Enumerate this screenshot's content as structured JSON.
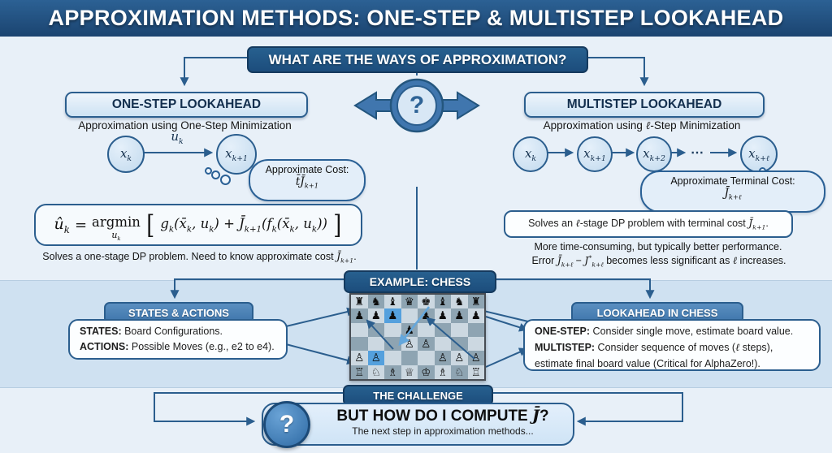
{
  "title": "APPROXIMATION METHODS: ONE-STEP & MULTISTEP LOOKAHEAD",
  "question_banner": "WHAT ARE THE WAYS OF APPROXIMATION?",
  "center_icon_glyph": "?",
  "one_step": {
    "header": "ONE-STEP LOOKAHEAD",
    "subtitle": "Approximation using One-Step Minimization",
    "nodes": [
      "x<sub>k</sub>",
      "x<sub>k+1</sub>"
    ],
    "edge_label": "u<sub>k</sub>",
    "cloud": {
      "line1": "Approximate Cost:",
      "line2": "t̄J̄<sub>k+1</sub>"
    },
    "formula": {
      "lhs": "û<sub>k</sub>",
      "eq": "=",
      "argmin": "argmin",
      "argmin_sub": "u<sub>k</sub>",
      "lbracket": "[",
      "body": "g<sub>k</sub>(x̄<sub>k</sub>, u<sub>k</sub>) + J̄<sub>k+1</sub>(f<sub>k</sub>(x̄<sub>k</sub>, u<sub>k</sub>))",
      "rbracket": "]"
    },
    "caption": "Solves a one-stage DP problem. Need to know approximate cost <i>J̄<sub>k+1</sub></i>."
  },
  "multi_step": {
    "header": "MULTISTEP LOOKAHEAD",
    "subtitle": "Approximation using <i>ℓ</i>-Step Minimization",
    "nodes": [
      "x<sub>k</sub>",
      "x<sub>k+1</sub>",
      "x<sub>k+2</sub>",
      "x<sub>k+ℓ</sub>"
    ],
    "chain_dots": "⋯",
    "cloud": {
      "line1": "Approximate Terminal Cost:",
      "line2": "J̄<sub>k+ℓ</sub>"
    },
    "stage_box": "Solves an <i>ℓ</i>-stage DP problem with terminal cost <i>J̄<sub>k+1</sub></i>.",
    "caption1": "More time-consuming, but typically better performance.",
    "caption2": "Error <i>J̄<sub>k+ℓ</sub></i> − <i>J<sup>*</sup><sub>k+ℓ</sub></i> becomes less significant as <i>ℓ</i> increases."
  },
  "chess": {
    "header": "EXAMPLE: CHESS",
    "piece_glyphs": {
      "br": "♜",
      "bn": "♞",
      "bb": "♝",
      "bq": "♛",
      "bk": "♚",
      "bp": "♟",
      "wr": "♖",
      "wn": "♘",
      "wb": "♗",
      "wq": "♕",
      "wk": "♔",
      "wp": "♙"
    },
    "board": [
      [
        "br",
        "bn",
        "bb",
        "bq",
        "bk",
        "bb",
        "bn",
        "br"
      ],
      [
        "bp",
        "bp",
        "bp",
        "",
        "bp",
        "bp",
        "bp",
        "bp"
      ],
      [
        "",
        "",
        "",
        "bp",
        "",
        "",
        "",
        ""
      ],
      [
        "",
        "",
        "",
        "wp",
        "wp",
        "",
        "",
        ""
      ],
      [
        "wp",
        "wp",
        "",
        "",
        "",
        "wp",
        "wp",
        "wp"
      ],
      [
        "wr",
        "wn",
        "wb",
        "wq",
        "wk",
        "wb",
        "wn",
        "wr"
      ]
    ],
    "highlights": [
      [
        1,
        2
      ],
      [
        4,
        1
      ]
    ]
  },
  "states_actions": {
    "header": "STATES & ACTIONS",
    "lines": [
      {
        "label": "STATES:",
        "text": " Board Configurations."
      },
      {
        "label": "ACTIONS:",
        "text": " Possible Moves (e.g., e2 to e4)."
      }
    ]
  },
  "lookahead_chess": {
    "header": "LOOKAHEAD IN CHESS",
    "lines": [
      {
        "label": "ONE-STEP:",
        "text": " Consider single move, estimate board value."
      },
      {
        "label": "MULTISTEP:",
        "text": " Consider sequence of moves (<i>ℓ</i> steps),"
      },
      {
        "label": "",
        "text": "estimate final board value (Critical for AlphaZero!)."
      }
    ]
  },
  "challenge": {
    "tab": "THE CHALLENGE",
    "icon_glyph": "?",
    "title": "BUT HOW DO I COMPUTE <i>J̄</i>?",
    "subtitle": "The next step in approximation methods..."
  },
  "colors": {
    "banner_blue": "#1c4d7c",
    "accent_border": "#2b5e8e",
    "mid_blue_header": "#4d85ba",
    "background": "#e8f0f8",
    "band_background": "#cfe1f1",
    "node_fill": "#c2daee",
    "board_light": "#ccd8e1",
    "board_dark": "#8ea4b2",
    "board_highlight": "#54a0dd",
    "light_arrow": "#64a7dc"
  }
}
